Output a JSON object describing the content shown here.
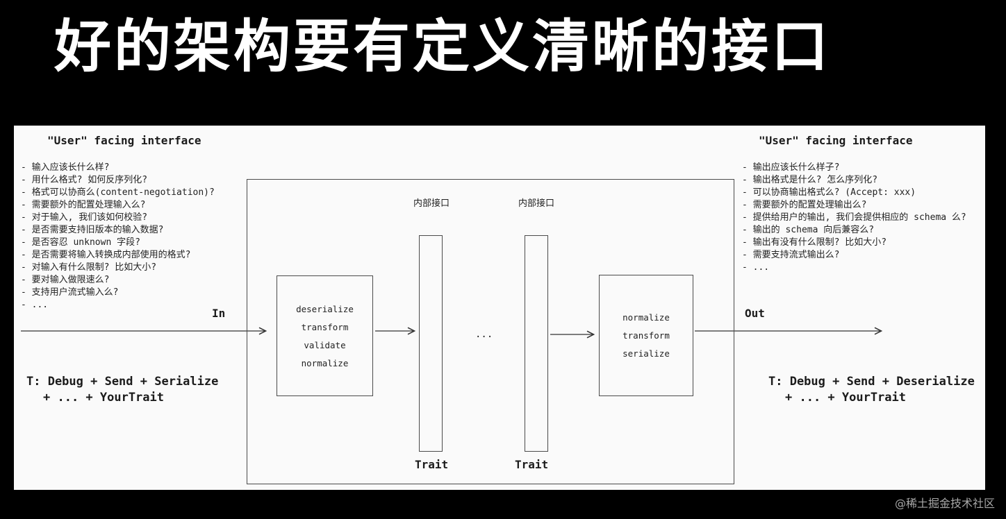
{
  "title": "好的架构要有定义清晰的接口",
  "watermark": "@稀土掘金技术社区",
  "left": {
    "header": "\"User\" facing interface",
    "items": [
      "- 输入应该长什么样?",
      "- 用什么格式? 如何反序列化?",
      "- 格式可以协商么(content-negotiation)?",
      "- 需要额外的配置处理输入么?",
      "- 对于输入, 我们该如何校验?",
      "- 是否需要支持旧版本的输入数据?",
      "- 是否容忍 unknown 字段?",
      "- 是否需要将输入转换成内部使用的格式?",
      "- 对输入有什么限制? 比如大小?",
      "- 要对输入做限速么?",
      "- 支持用户流式输入么?",
      "- ..."
    ],
    "arrow_label": "In",
    "trait_line1": "T: Debug + Send + Serialize",
    "trait_line2": "+ ... + YourTrait"
  },
  "right": {
    "header": "\"User\" facing interface",
    "items": [
      "- 输出应该长什么样子?",
      "- 输出格式是什么? 怎么序列化?",
      "- 可以协商输出格式么? (Accept: xxx)",
      "- 需要额外的配置处理输出么?",
      "- 提供给用户的输出, 我们会提供相应的 schema 么?",
      "- 输出的 schema 向后兼容么?",
      "- 输出有没有什么限制? 比如大小?",
      "- 需要支持流式输出么?",
      "- ..."
    ],
    "arrow_label": "Out",
    "trait_line1": "T: Debug + Send + Deserialize",
    "trait_line2": "+ ... + YourTrait"
  },
  "pipeline": {
    "internal_interface_label": "内部接口",
    "trait_label": "Trait",
    "ellipsis": "...",
    "input_box_lines": [
      "deserialize",
      "transform",
      "validate",
      "normalize"
    ],
    "output_box_lines": [
      "normalize",
      "transform",
      "serialize"
    ]
  },
  "colors": {
    "background": "#000000",
    "panel": "#fafafa",
    "stroke": "#4a4a4a",
    "title_text": "#ffffff",
    "watermark_text": "#a8a8a8"
  }
}
